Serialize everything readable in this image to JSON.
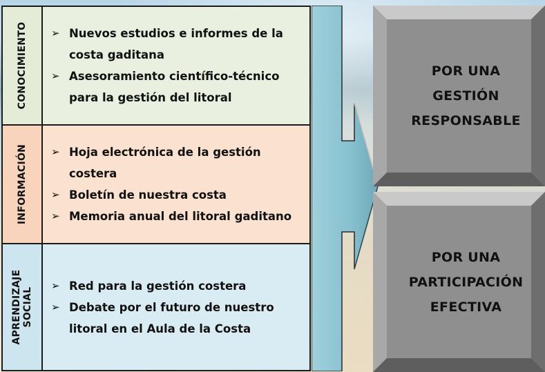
{
  "rows": [
    {
      "category": "CONOCIMIENTO",
      "category_line2": "",
      "items": [
        "Nuevos estudios e informes de la costa gaditana",
        "Asesoramiento científico-técnico para la gestión del litoral"
      ]
    },
    {
      "category": "INFORMACIÓN",
      "category_line2": "",
      "items": [
        "Hoja electrónica de la gestión costera",
        "Boletín de nuestra costa",
        "Memoria anual del litoral gaditano"
      ]
    },
    {
      "category": "APRENDIZAJE",
      "category_line2": "SOCIAL",
      "items": [
        "Red para la gestión costera",
        "Debate por el futuro de nuestro litoral en el Aula de la Costa"
      ]
    }
  ],
  "outcomes": [
    "POR UNA\nGESTIÓN\nRESPONSABLE",
    "POR UNA\nPARTICIPACIÓN\nEFECTIVA"
  ],
  "colors": {
    "row1": "#e4ecd8",
    "row2": "#f8d4bc",
    "row3": "#cde5ee",
    "arrow": "#8cc4d2",
    "box": "#8a8a8a"
  },
  "bullet_icon": "arrowhead-bullet"
}
